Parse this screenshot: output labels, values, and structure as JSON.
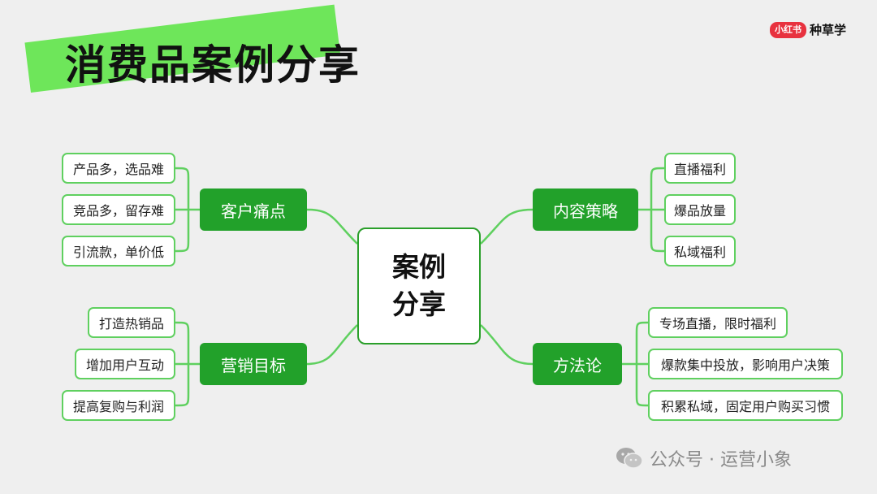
{
  "title": "消费品案例分享",
  "brand": {
    "badge": "小红书",
    "text": "种草学"
  },
  "center": "案例分享",
  "branches": {
    "pain_points": {
      "label": "客户痛点",
      "items": [
        "产品多，选品难",
        "竞品多，留存难",
        "引流款，单价低"
      ]
    },
    "marketing_goals": {
      "label": "营销目标",
      "items": [
        "打造热销品",
        "增加用户互动",
        "提高复购与利润"
      ]
    },
    "content_strategy": {
      "label": "内容策略",
      "items": [
        "直播福利",
        "爆品放量",
        "私域福利"
      ]
    },
    "methodology": {
      "label": "方法论",
      "items": [
        "专场直播，限时福利",
        "爆款集中投放，影响用户决策",
        "积累私域，固定用户购买习惯"
      ]
    }
  },
  "colors": {
    "accent_green": "#22a12a",
    "title_highlight": "#6ee65a",
    "leaf_border": "#5fd05f",
    "brand_red": "#e8323f"
  },
  "watermark": "公众号 · 运营小象"
}
